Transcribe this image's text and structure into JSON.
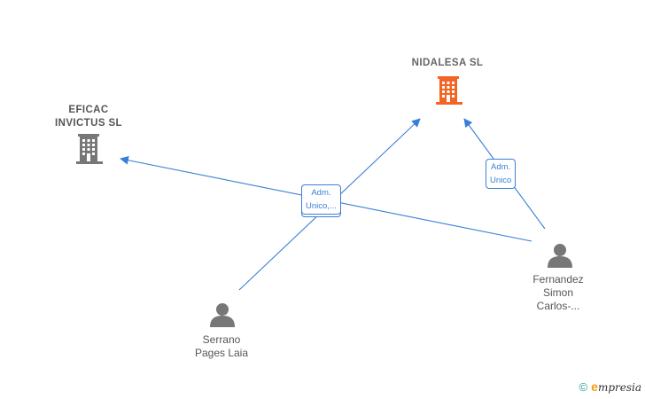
{
  "nodes": {
    "eficac": {
      "line1": "EFICAC",
      "line2": "INVICTUS  SL"
    },
    "nidalesa": {
      "name": "NIDALESA  SL"
    },
    "serrano": {
      "line1": "Serrano",
      "line2": "Pages Laia"
    },
    "fernandez": {
      "line1": "Fernandez",
      "line2": "Simon",
      "line3": "Carlos-..."
    }
  },
  "edges": {
    "center": {
      "line1": "Adm.",
      "line2": "Unico,..."
    },
    "right": {
      "line1": "Adm.",
      "line2": "Unico"
    }
  },
  "footer": {
    "copyright": "©",
    "brand_initial": "e",
    "brand_rest": "mpresia"
  },
  "colors": {
    "edge": "#3a7fd5",
    "company_main": "#f26522",
    "company": "#777777",
    "person": "#777777"
  }
}
